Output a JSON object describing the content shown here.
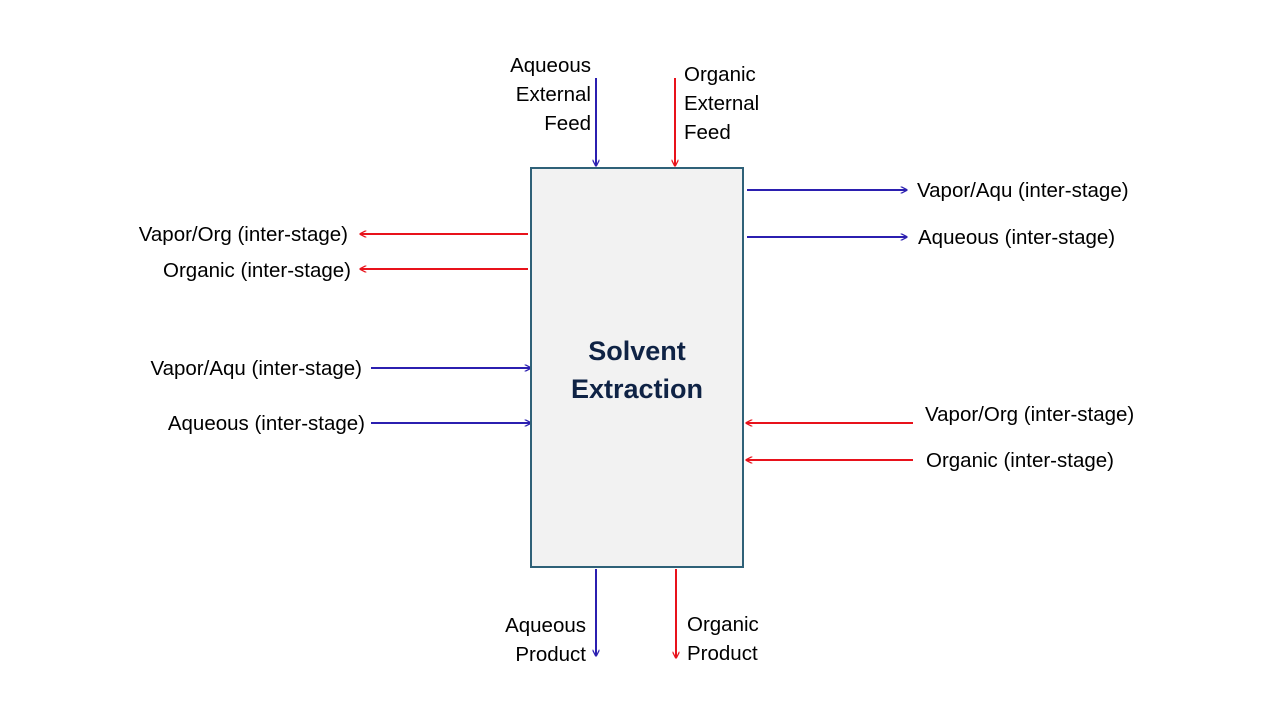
{
  "colors": {
    "aqueous": "#2b1fb0",
    "organic": "#e8121b",
    "box_fill": "#f2f2f2",
    "box_border": "#2f6178",
    "title": "#0f2345"
  },
  "block": {
    "title_line1": "Solvent",
    "title_line2": "Extraction"
  },
  "streams": {
    "top_aqueous_feed": [
      "Aqueous",
      "External",
      "Feed"
    ],
    "top_organic_feed": [
      "Organic",
      "External",
      "Feed"
    ],
    "right_out_vapor_aqu": "Vapor/Aqu (inter-stage)",
    "right_out_aqueous": "Aqueous (inter-stage)",
    "left_out_vapor_org": "Vapor/Org (inter-stage)",
    "left_out_organic": "Organic (inter-stage)",
    "left_in_vapor_aqu": "Vapor/Aqu (inter-stage)",
    "left_in_aqueous": "Aqueous (inter-stage)",
    "right_in_vapor_org": "Vapor/Org (inter-stage)",
    "right_in_organic": "Organic (inter-stage)",
    "bottom_aqueous_product": [
      "Aqueous",
      "Product"
    ],
    "bottom_organic_product": [
      "Organic",
      "Product"
    ]
  }
}
